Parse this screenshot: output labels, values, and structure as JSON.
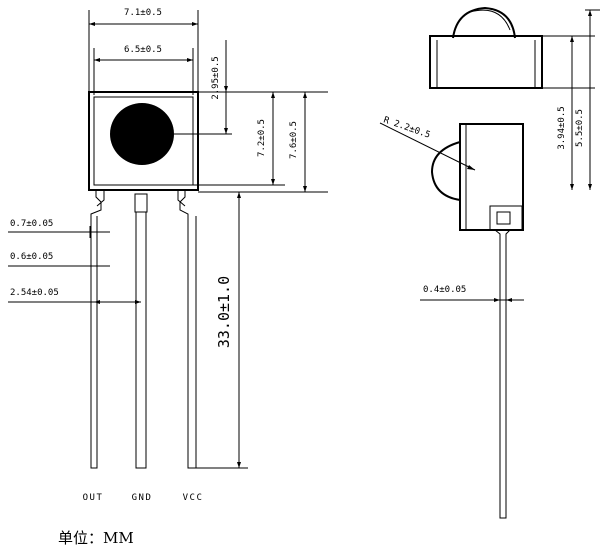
{
  "front_view": {
    "width_outer": "7.1±0.5",
    "width_inner": "6.5±0.5",
    "lens_offset": "2.95±0.5",
    "body_height_inner": "7.2±0.5",
    "body_height_outer": "7.6±0.5",
    "lead_width_1": "0.7±0.05",
    "lead_width_2": "0.6±0.05",
    "pitch": "2.54±0.05",
    "lead_length": "33.0±1.0",
    "pins": [
      "OUT",
      "GND",
      "VCC"
    ]
  },
  "side_view": {
    "radius": "R 2.2±0.5",
    "height_1": "3.94±0.5",
    "height_2": "5.5±0.5",
    "lead_thickness": "0.4±0.05"
  },
  "unit_label": "单位：MM"
}
